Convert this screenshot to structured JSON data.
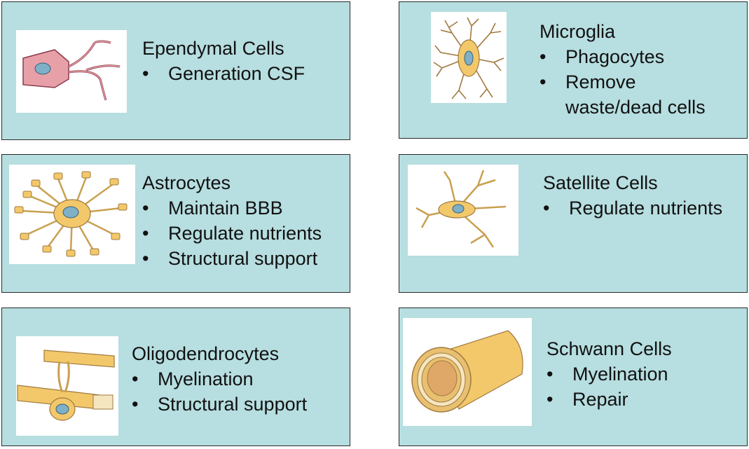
{
  "cells": [
    {
      "title": "Ependymal Cells",
      "bullets": [
        "Generation CSF"
      ],
      "icon": "ependymal-cell-icon"
    },
    {
      "title": "Microglia",
      "bullets": [
        "Phagocytes",
        "Remove waste/dead cells"
      ],
      "icon": "microglia-icon"
    },
    {
      "title": "Astrocytes",
      "bullets": [
        "Maintain BBB",
        "Regulate nutrients",
        "Structural support"
      ],
      "icon": "astrocyte-icon"
    },
    {
      "title": "Satellite Cells",
      "bullets": [
        "Regulate nutrients"
      ],
      "icon": "satellite-cell-icon"
    },
    {
      "title": "Oligodendrocytes",
      "bullets": [
        "Myelination",
        "Structural support"
      ],
      "icon": "oligodendrocyte-icon"
    },
    {
      "title": "Schwann Cells",
      "bullets": [
        "Myelination",
        "Repair"
      ],
      "icon": "schwann-cell-icon"
    }
  ],
  "colors": {
    "card_background": "#b7dee0",
    "card_border": "#2a2a2a",
    "cell_body": "#f2c86a",
    "ependymal_body": "#e8a0a8",
    "nucleus": "#7fb0c8"
  }
}
